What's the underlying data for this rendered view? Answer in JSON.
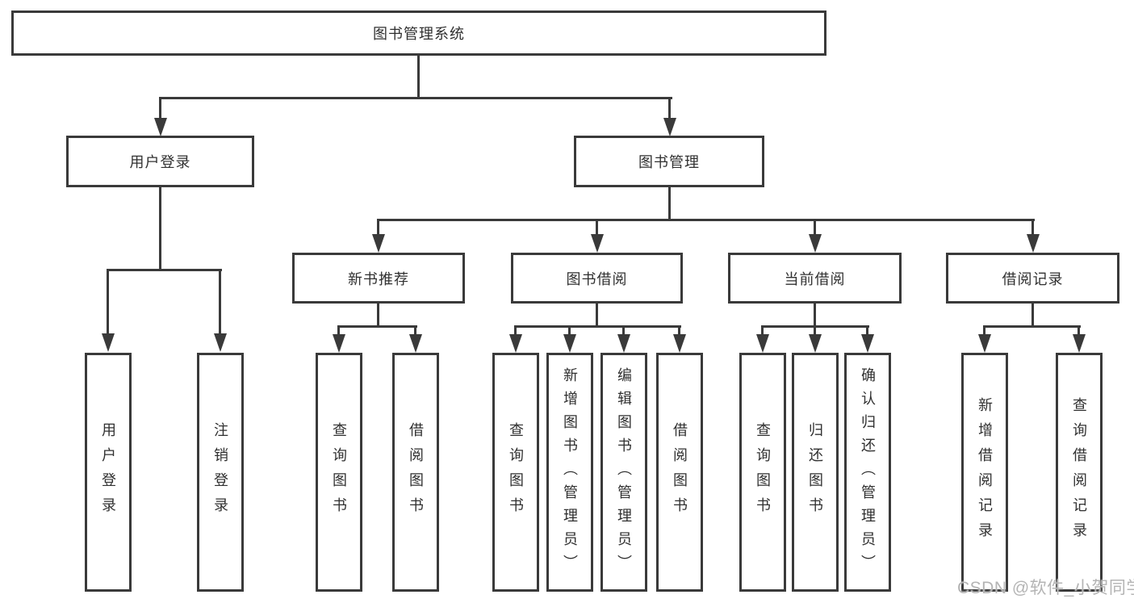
{
  "diagram_title": "图书管理系统",
  "nodes": {
    "root": "图书管理系统",
    "user_login": "用户登录",
    "book_management": "图书管理",
    "new_book_recommend": "新书推荐",
    "book_borrowing": "图书借阅",
    "current_borrowing": "当前借阅",
    "borrowing_records": "借阅记录",
    "leaf_user_login": "用户登录",
    "leaf_logout": "注销登录",
    "leaf_recommend_query_books": "查询图书",
    "leaf_recommend_borrow_books": "借阅图书",
    "leaf_borrowing_query_books": "查询图书",
    "leaf_borrowing_add_books": "新增图书（管理员）",
    "leaf_borrowing_edit_books": "编辑图书（管理员）",
    "leaf_borrowing_borrow_books": "借阅图书",
    "leaf_current_query_books": "查询图书",
    "leaf_current_return_books": "归还图书",
    "leaf_current_confirm_return": "确认归还（管理员）",
    "leaf_records_add_record": "新增借阅记录",
    "leaf_records_query_record": "查询借阅记录"
  },
  "watermark": "CSDN @软件_小贺同学",
  "colors": {
    "line": "#3a3a3a",
    "text": "#303030",
    "watermark": "#b4b4b4",
    "background": "#ffffff"
  }
}
